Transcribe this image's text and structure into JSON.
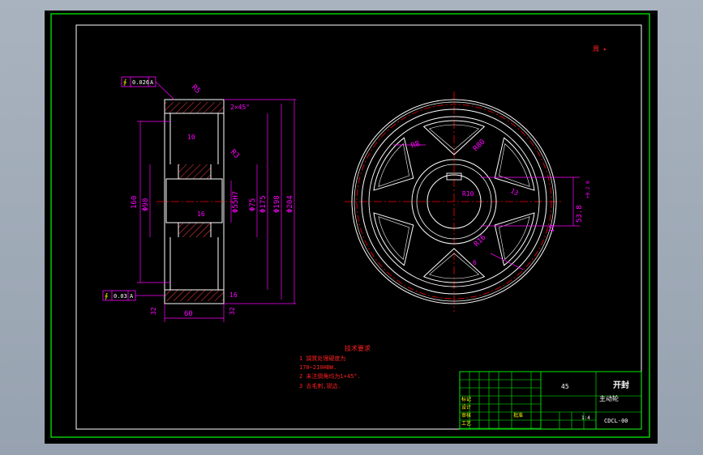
{
  "viewport": {
    "bg": "#000000",
    "frame_color": "#00ff00",
    "border_color": "#ffffff"
  },
  "colors": {
    "dim": "#ff00ff",
    "center": "#ff0000",
    "outline": "#ffffff",
    "hatch": "#ff4040",
    "text_red": "#ff2020",
    "table": "#00ff00"
  },
  "top_mark": "周 ▸",
  "left_view": {
    "tol_top": {
      "sym": "∮",
      "value": "0.026",
      "datum": "A"
    },
    "tol_bottom": {
      "sym": "∮",
      "value": "0.03",
      "datum": "A"
    },
    "dims": {
      "r5": "R5",
      "chamfer": "2×45°",
      "w10": "10",
      "r3": "R3",
      "d160": "160",
      "d90": "Φ90",
      "d55": "Φ55H7",
      "d75": "Φ75",
      "d175": "Φ175",
      "d198": "Φ198",
      "d204": "Φ204",
      "r16a": "16",
      "r16b": "16",
      "w60": "60",
      "r32a": "32",
      "r32b": "32"
    }
  },
  "right_view": {
    "dims": {
      "r8": "R8",
      "r80": "R80",
      "r10": "R10",
      "r13": "13",
      "r16": "R16",
      "r6": "6",
      "key": "53.8",
      "key_tol": "+0.2 0",
      "slot": "16"
    }
  },
  "notes": {
    "title": "技术要求",
    "lines": [
      "1 調質处理硬度为",
      "170~210HBW.",
      "2 未注倒角均为1×45°.",
      "3 去毛刺,锐边."
    ]
  },
  "title_block": {
    "material": "45",
    "company": "开封",
    "part_name": "主动轮",
    "drawing_no": "CDCL-00",
    "cell_a": "标记",
    "cell_b": "设计",
    "cell_c": "审核",
    "cell_d": "工艺",
    "cell_e": "批准",
    "scale": "1:4"
  }
}
